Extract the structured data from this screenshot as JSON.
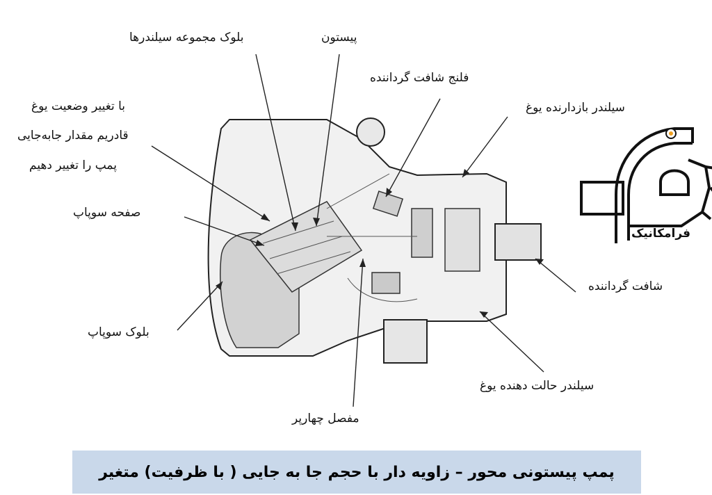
{
  "labels": {
    "cylinder_block": "بلوک مجموعه سیلندرها",
    "piston": "پیستون",
    "drive_flange": "فلنج شافت گرداننده",
    "yoke_note_1": "با تغییر وضعیت یوغ",
    "yoke_note_2": "قادریم مقدار جابه‌جایی",
    "yoke_note_3": "پمپ را تغییر دهیم",
    "yoke_return_cylinder": "سیلندر بازدارنده یوغ",
    "valve_plate": "صفحه سوپاپ",
    "drive_shaft": "شافت گرداننده",
    "valve_block": "بلوک سوپاپ",
    "yoke_actuating_cylinder": "سیلندر حالت دهنده یوغ",
    "universal_joint": "مفصل چهارپر"
  },
  "logo": {
    "text": "فرامکانیک"
  },
  "caption": "پمپ پیستونی محور – زاویه دار با حجم جا به جایی ( با ظرفیت) متغیر"
}
